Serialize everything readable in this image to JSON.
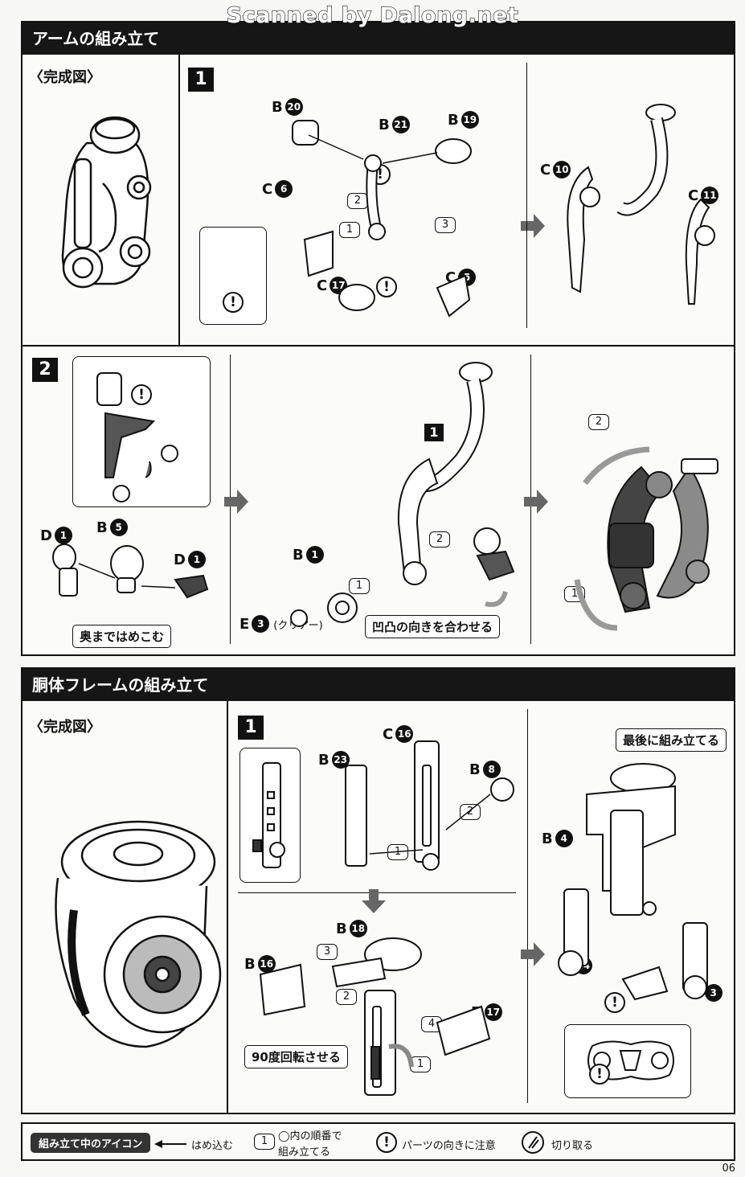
{
  "scan_banner": "Scanned by Dalong.net",
  "arm": {
    "title": "アームの組み立て",
    "kansei": "〈完成図〉",
    "step1": {
      "number": "1",
      "parts": [
        {
          "letter": "B",
          "num": "20"
        },
        {
          "letter": "B",
          "num": "21"
        },
        {
          "letter": "B",
          "num": "19"
        },
        {
          "letter": "C",
          "num": "6"
        },
        {
          "letter": "C",
          "num": "17"
        },
        {
          "letter": "C",
          "num": "5"
        },
        {
          "letter": "C",
          "num": "10"
        },
        {
          "letter": "C",
          "num": "11"
        }
      ],
      "orders": [
        "2",
        "1",
        "3"
      ],
      "warn": "!"
    },
    "step2": {
      "number": "2",
      "sub_step": "1",
      "parts": [
        {
          "letter": "D",
          "num": "1"
        },
        {
          "letter": "B",
          "num": "5"
        },
        {
          "letter": "D",
          "num": "1"
        },
        {
          "letter": "B",
          "num": "1"
        },
        {
          "letter": "E",
          "num": "3",
          "suffix": "(クリアー)"
        }
      ],
      "orders": [
        "1",
        "2",
        "2",
        "1"
      ],
      "note_push": "奥まではめこむ",
      "note_align": "凹凸の向きを合わせる",
      "warn": "!"
    }
  },
  "torso": {
    "title": "胴体フレームの組み立て",
    "kansei": "〈完成図〉",
    "step1": {
      "number": "1",
      "parts": [
        {
          "letter": "C",
          "num": "16"
        },
        {
          "letter": "B",
          "num": "23"
        },
        {
          "letter": "B",
          "num": "8"
        },
        {
          "letter": "B",
          "num": "18"
        },
        {
          "letter": "B",
          "num": "16"
        },
        {
          "letter": "B",
          "num": "17"
        },
        {
          "letter": "B",
          "num": "4"
        },
        {
          "letter": "B",
          "num": "24"
        },
        {
          "letter": "B",
          "num": "3"
        }
      ],
      "orders": [
        "2",
        "1",
        "3",
        "2",
        "4",
        "1"
      ],
      "note_rotate": "90度回転させる",
      "note_last": "最後に組み立てる",
      "warn": "!"
    }
  },
  "legend": {
    "tag": "組み立て中のアイコン",
    "push_in": "はめ込む",
    "order_icon": "1",
    "order_line1": "◯内の順番で",
    "order_line2": "組み立てる",
    "warn_icon": "!",
    "warn_text": "パーツの向きに注意",
    "cut_text": "切り取る"
  },
  "page_number": "06"
}
